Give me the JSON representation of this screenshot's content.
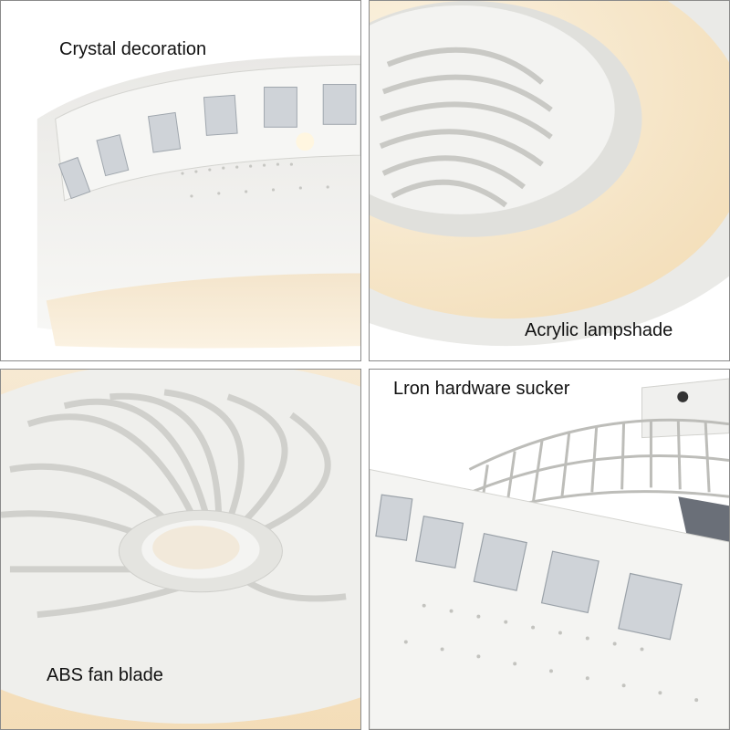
{
  "panels": [
    {
      "caption": "Crystal decoration"
    },
    {
      "caption": "Acrylic lampshade"
    },
    {
      "caption": "ABS fan blade"
    },
    {
      "caption": "Lron hardware sucker"
    }
  ],
  "colors": {
    "background": "#ffffff",
    "fixture_white": "#f4f4f2",
    "warm_glow": "#f7e7cc",
    "crystal": "#cfd3d8",
    "shadow": "#c9c9c6",
    "border": "#8a8a8a"
  }
}
